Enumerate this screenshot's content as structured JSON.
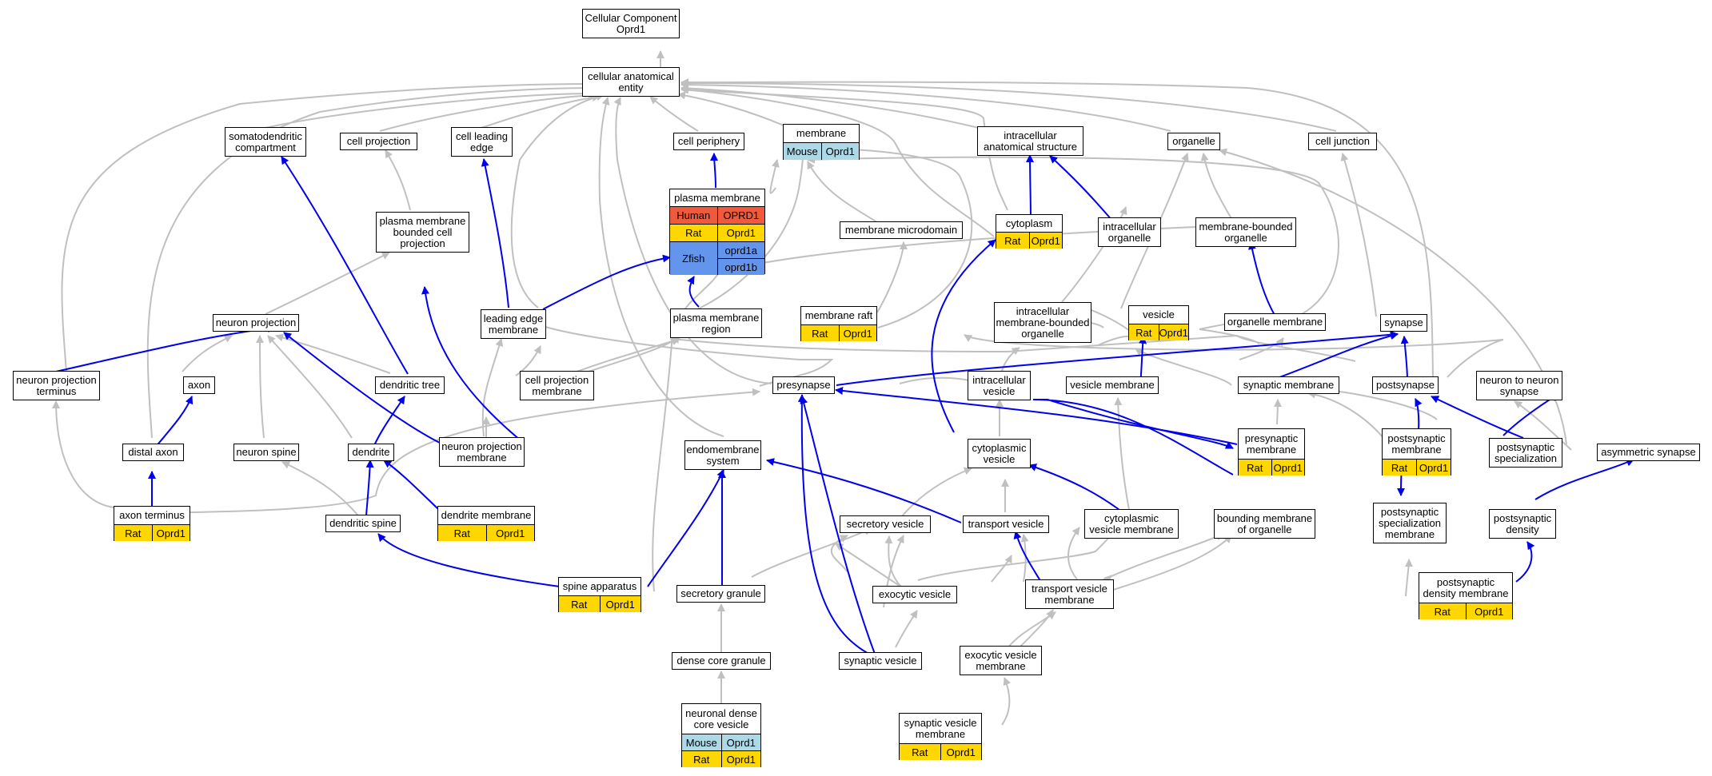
{
  "colors": {
    "human": "#f05a3c",
    "rat": "#ffd700",
    "mouse": "#add8e6",
    "zfish": "#6495ed"
  },
  "nodes": {
    "cellular_component": "Cellular Component\nOprd1",
    "cellular_anatomical_entity": "cellular anatomical\nentity",
    "somatodendritic_compartment": "somatodendritic\ncompartment",
    "cell_projection": "cell projection",
    "cell_leading_edge": "cell leading\nedge",
    "cell_periphery": "cell periphery",
    "intracellular_anatomical_structure": "intracellular\nanatomical structure",
    "organelle": "organelle",
    "cell_junction": "cell junction",
    "plasma_membrane_bounded_cell_projection": "plasma membrane\nbounded cell\nprojection",
    "membrane_microdomain": "membrane microdomain",
    "intracellular_organelle": "intracellular\norganelle",
    "membrane_bounded_organelle": "membrane-bounded\norganelle",
    "neuron_projection": "neuron projection",
    "leading_edge_membrane": "leading edge\nmembrane",
    "plasma_membrane_region": "plasma membrane\nregion",
    "intracellular_membrane_bounded_organelle": "intracellular\nmembrane-bounded\norganelle",
    "organelle_membrane": "organelle membrane",
    "synapse": "synapse",
    "neuron_projection_terminus": "neuron projection\nterminus",
    "axon": "axon",
    "dendritic_tree": "dendritic tree",
    "cell_projection_membrane": "cell projection\nmembrane",
    "presynapse": "presynapse",
    "intracellular_vesicle": "intracellular\nvesicle",
    "vesicle_membrane": "vesicle membrane",
    "synaptic_membrane": "synaptic membrane",
    "postsynapse": "postsynapse",
    "neuron_to_neuron_synapse": "neuron to neuron\nsynapse",
    "distal_axon": "distal axon",
    "neuron_spine": "neuron spine",
    "dendrite": "dendrite",
    "neuron_projection_membrane": "neuron projection\nmembrane",
    "endomembrane_system": "endomembrane\nsystem",
    "cytoplasmic_vesicle": "cytoplasmic\nvesicle",
    "postsynaptic_specialization": "postsynaptic\nspecialization",
    "asymmetric_synapse": "asymmetric synapse",
    "dendritic_spine": "dendritic spine",
    "secretory_vesicle": "secretory vesicle",
    "transport_vesicle": "transport vesicle",
    "cytoplasmic_vesicle_membrane": "cytoplasmic\nvesicle membrane",
    "bounding_membrane_of_organelle": "bounding membrane\nof organelle",
    "postsynaptic_specialization_membrane": "postsynaptic\nspecialization\nmembrane",
    "postsynaptic_density": "postsynaptic\ndensity",
    "secretory_granule": "secretory granule",
    "exocytic_vesicle": "exocytic vesicle",
    "transport_vesicle_membrane": "transport vesicle\nmembrane",
    "dense_core_granule": "dense core granule",
    "synaptic_vesicle": "synaptic vesicle",
    "exocytic_vesicle_membrane": "exocytic vesicle\nmembrane"
  },
  "annotated": {
    "membrane": {
      "title": "membrane",
      "rows": [
        [
          "Mouse",
          "Oprd1"
        ]
      ]
    },
    "plasma_membrane": {
      "title": "plasma membrane",
      "rows": [
        [
          "Human",
          "OPRD1"
        ],
        [
          "Rat",
          "Oprd1"
        ]
      ],
      "zfish": {
        "label": "Zfish",
        "genes": [
          "oprd1a",
          "oprd1b"
        ]
      }
    },
    "cytoplasm": {
      "title": "cytoplasm",
      "rows": [
        [
          "Rat",
          "Oprd1"
        ]
      ]
    },
    "membrane_raft": {
      "title": "membrane raft",
      "rows": [
        [
          "Rat",
          "Oprd1"
        ]
      ]
    },
    "vesicle": {
      "title": "vesicle",
      "rows": [
        [
          "Rat",
          "Oprd1"
        ]
      ]
    },
    "presynaptic_membrane": {
      "title": "presynaptic\nmembrane",
      "rows": [
        [
          "Rat",
          "Oprd1"
        ]
      ]
    },
    "postsynaptic_membrane": {
      "title": "postsynaptic\nmembrane",
      "rows": [
        [
          "Rat",
          "Oprd1"
        ]
      ]
    },
    "axon_terminus": {
      "title": "axon terminus",
      "rows": [
        [
          "Rat",
          "Oprd1"
        ]
      ]
    },
    "dendrite_membrane": {
      "title": "dendrite membrane",
      "rows": [
        [
          "Rat",
          "Oprd1"
        ]
      ]
    },
    "spine_apparatus": {
      "title": "spine apparatus",
      "rows": [
        [
          "Rat",
          "Oprd1"
        ]
      ]
    },
    "postsynaptic_density_membrane": {
      "title": "postsynaptic\ndensity membrane",
      "rows": [
        [
          "Rat",
          "Oprd1"
        ]
      ]
    },
    "neuronal_dense_core_vesicle": {
      "title": "neuronal dense\ncore vesicle",
      "rows": [
        [
          "Mouse",
          "Oprd1"
        ],
        [
          "Rat",
          "Oprd1"
        ]
      ]
    },
    "synaptic_vesicle_membrane": {
      "title": "synaptic vesicle\nmembrane",
      "rows": [
        [
          "Rat",
          "Oprd1"
        ]
      ]
    }
  }
}
